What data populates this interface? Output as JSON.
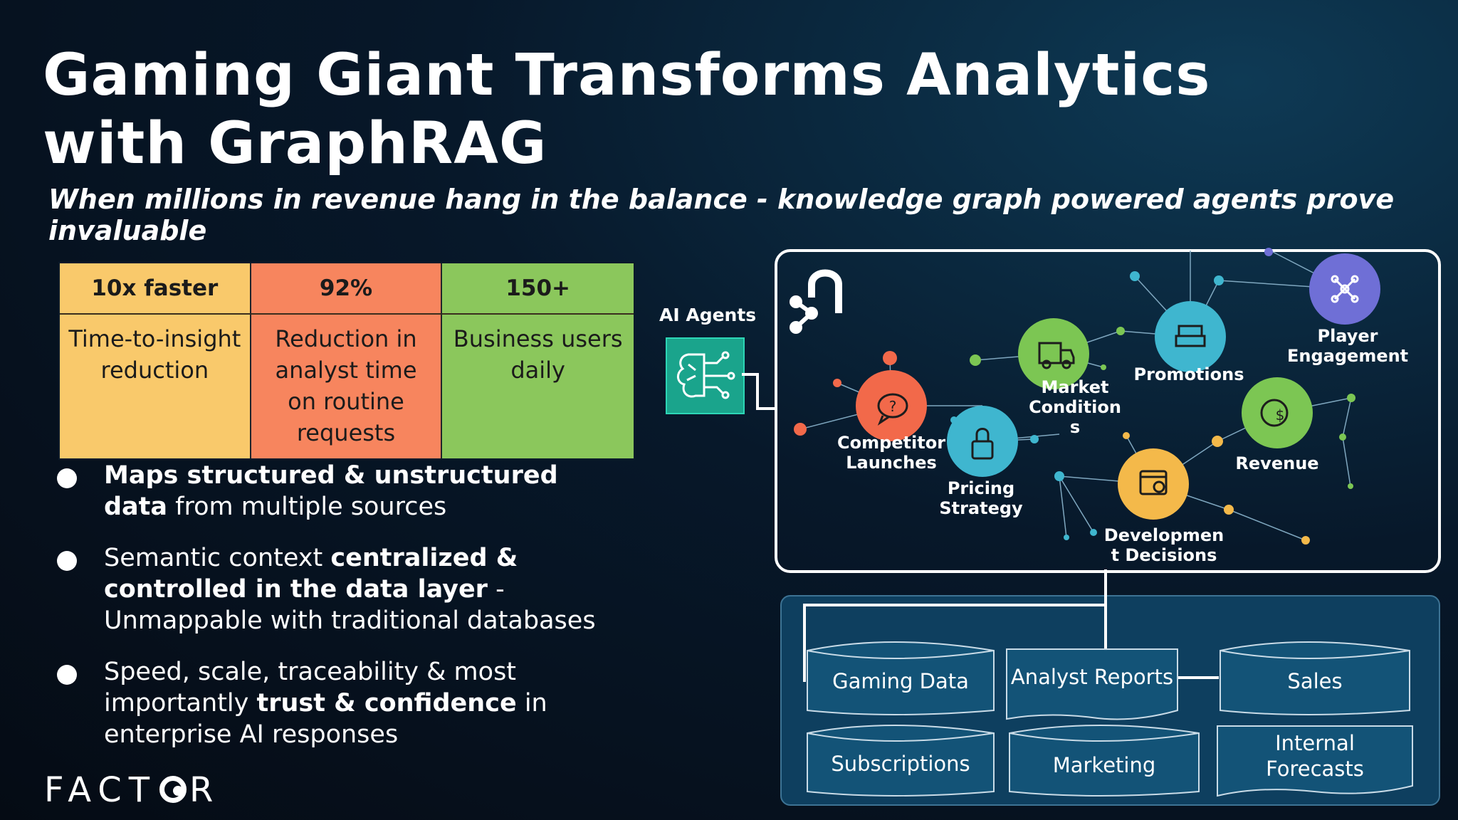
{
  "slide": {
    "title": "Gaming Giant Transforms Analytics with GraphRAG",
    "subtitle": "When millions in revenue hang in the balance - knowledge graph powered agents prove invaluable"
  },
  "stats": [
    {
      "value": "10x faster",
      "desc": "Time-to-insight reduction",
      "color": "#f9c96b"
    },
    {
      "value": "92%",
      "desc": "Reduction in analyst time on routine requests",
      "color": "#f7855e"
    },
    {
      "value": "150+",
      "desc": "Business users daily",
      "color": "#8bc75c"
    }
  ],
  "bullets": [
    {
      "b1": "Maps structured & unstructured data",
      "t1": " from multiple sources"
    },
    {
      "t0": "Semantic context ",
      "b1": "centralized & controlled in the data layer",
      "t1": " - Unmappable with traditional databases"
    },
    {
      "t0": "Speed, scale, traceability & most importantly ",
      "b1": "trust & confidence",
      "t1": " in enterprise AI responses"
    }
  ],
  "agents": {
    "label": "AI Agents",
    "icon": "ai-brain-circuit-icon"
  },
  "graph_nodes": [
    {
      "label": "Competitor Launches",
      "icon": "chat-question-icon",
      "color": "#f2694a"
    },
    {
      "label": "Pricing Strategy",
      "icon": "lock-icon",
      "color": "#3fb6cf"
    },
    {
      "label": "Market Condition s",
      "icon": "truck-icon",
      "color": "#7cc653"
    },
    {
      "label": "Promotions",
      "icon": "podium-icon",
      "color": "#3fb6cf"
    },
    {
      "label": "Developmen t Decisions",
      "icon": "settings-window-icon",
      "color": "#f4b94a"
    },
    {
      "label": "Revenue",
      "icon": "globe-dollar-icon",
      "color": "#7cc653"
    },
    {
      "label": "Player Engagement",
      "icon": "network-icon",
      "color": "#6f6fd6"
    }
  ],
  "data_sources": [
    "Gaming Data",
    "Analyst Reports",
    "Sales",
    "Subscriptions",
    "Marketing",
    "Internal Forecasts"
  ],
  "logo": {
    "text_before": "FACT",
    "text_after": "R"
  }
}
